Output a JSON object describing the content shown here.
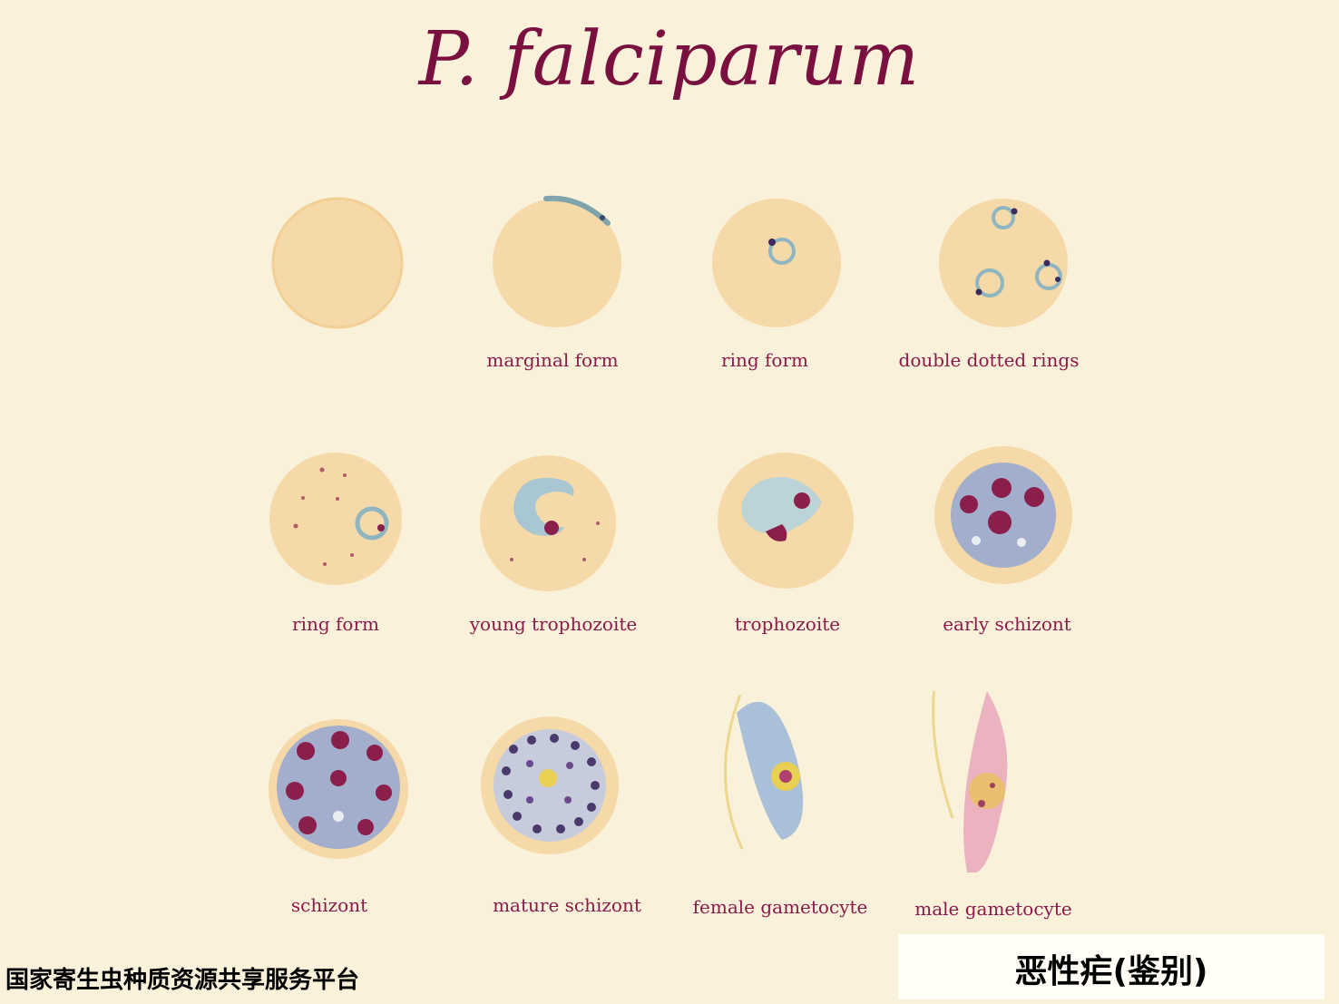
{
  "title": "P. falciparum",
  "colors": {
    "background": "#f9f1d9",
    "title": "#7a1040",
    "label": "#8b1a4a",
    "rbc": "#f6d9a8",
    "parasite_cytoplasm": "#a9c7d3",
    "chromatin": "#8a1f4c"
  },
  "stages": [
    {
      "label": ""
    },
    {
      "label": "marginal form"
    },
    {
      "label": "ring form"
    },
    {
      "label": "double dotted rings"
    },
    {
      "label": "ring form"
    },
    {
      "label": "young trophozoite"
    },
    {
      "label": "trophozoite"
    },
    {
      "label": "early schizont"
    },
    {
      "label": "schizont"
    },
    {
      "label": "mature schizont"
    },
    {
      "label": "female gametocyte"
    },
    {
      "label": "male gametocyte"
    }
  ],
  "footer": {
    "left": "国家寄生虫种质资源共享服务平台",
    "right": "恶性疟(鉴别)"
  }
}
